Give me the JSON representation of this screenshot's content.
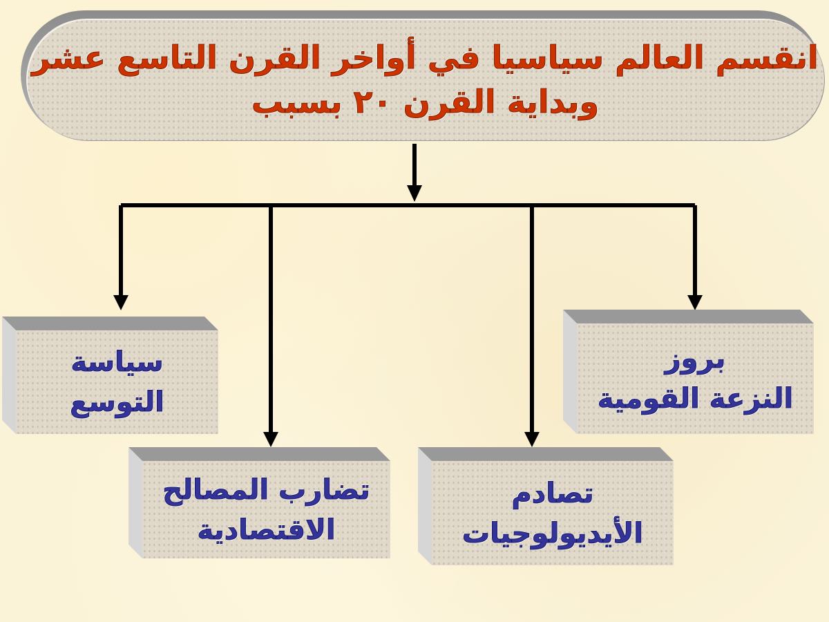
{
  "title": {
    "line1": "انقسم العالم سياسيا في أواخر القرن التاسع عشر",
    "line2": "وبداية القرن ٢٠ بسبب"
  },
  "causes": [
    {
      "line1": "سياسة",
      "line2": "التوسع"
    },
    {
      "line1": "تضارب المصالح",
      "line2": "الاقتصادية"
    },
    {
      "line1": "تصادم",
      "line2": "الأيديولوجيات"
    },
    {
      "line1": "بروز",
      "line2": "النزعة القومية"
    }
  ],
  "colors": {
    "title": "#cc3300",
    "labels": "#333399",
    "connector": "#000000"
  }
}
